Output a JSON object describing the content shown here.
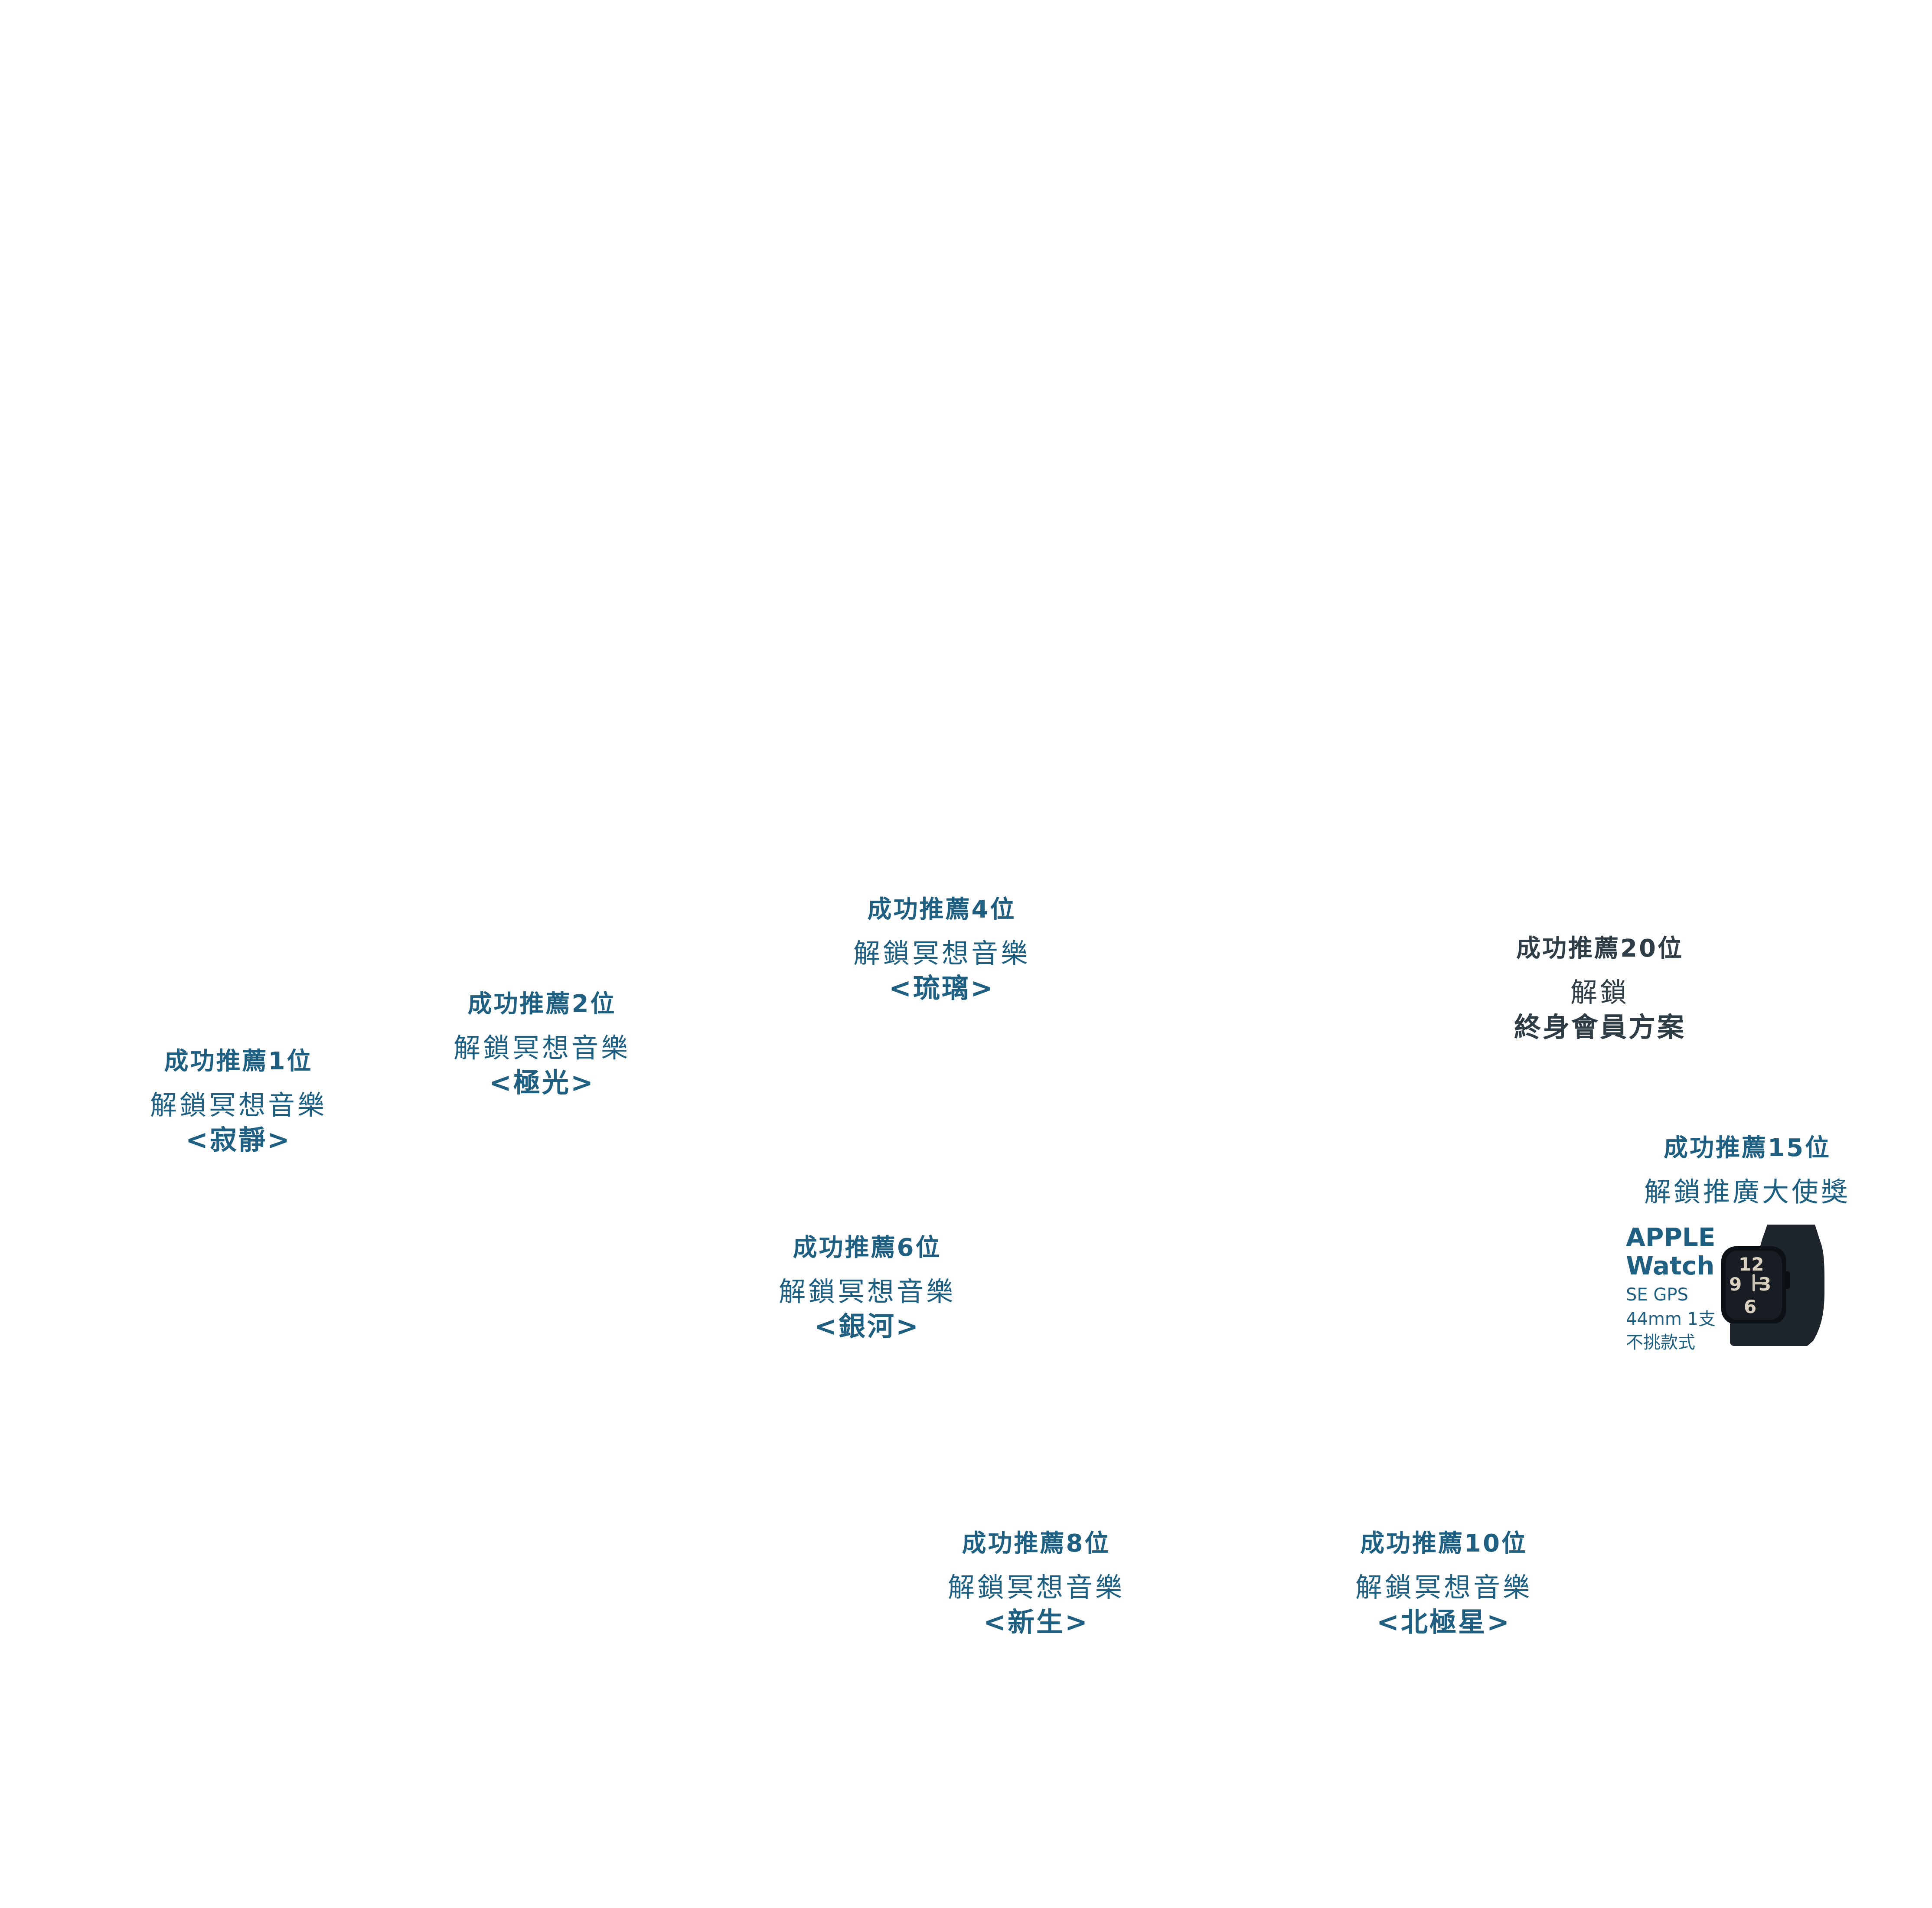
{
  "milestones": [
    {
      "title": "成功推薦1位",
      "line1": "解鎖冥想音樂",
      "line2": "<寂靜>"
    },
    {
      "title": "成功推薦2位",
      "line1": "解鎖冥想音樂",
      "line2": "<極光>"
    },
    {
      "title": "成功推薦4位",
      "line1": "解鎖冥想音樂",
      "line2": "<琉璃>"
    },
    {
      "title": "成功推薦6位",
      "line1": "解鎖冥想音樂",
      "line2": "<銀河>"
    },
    {
      "title": "成功推薦8位",
      "line1": "解鎖冥想音樂",
      "line2": "<新生>"
    },
    {
      "title": "成功推薦10位",
      "line1": "解鎖冥想音樂",
      "line2": "<北極星>"
    },
    {
      "title": "成功推薦15位",
      "line1": "解鎖推廣大使獎",
      "prize": {
        "brand": "APPLE",
        "product": "Watch",
        "spec1": "SE GPS",
        "spec2": "44mm 1支",
        "spec3": "不挑款式"
      }
    },
    {
      "title": "成功推薦20位",
      "line1": "解鎖",
      "line2": "終身會員方案"
    }
  ],
  "colors": {
    "primary": "#1f5f82",
    "dark": "#2f3d46",
    "background": "#ffffff"
  },
  "icons": [
    "apple-watch-icon"
  ]
}
